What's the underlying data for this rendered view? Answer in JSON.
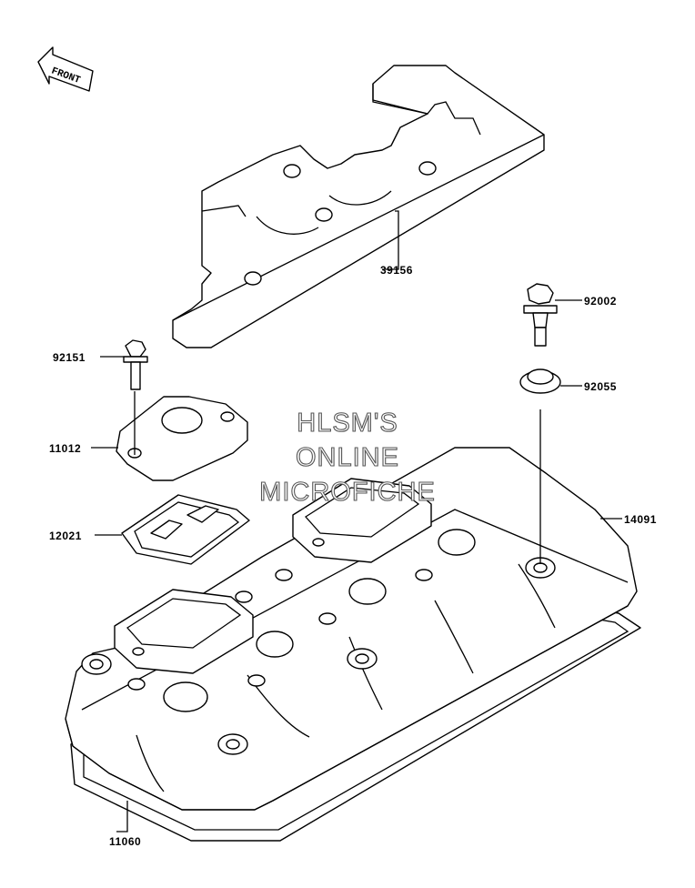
{
  "front_label": "FRONT",
  "watermark": [
    "HLSM'S",
    "ONLINE",
    "MICROFICHE"
  ],
  "parts": [
    {
      "id": "39156",
      "label": "39156"
    },
    {
      "id": "92002",
      "label": "92002"
    },
    {
      "id": "92151",
      "label": "92151"
    },
    {
      "id": "92055",
      "label": "92055"
    },
    {
      "id": "11012",
      "label": "11012"
    },
    {
      "id": "14091",
      "label": "14091"
    },
    {
      "id": "12021",
      "label": "12021"
    },
    {
      "id": "11060",
      "label": "11060"
    }
  ]
}
